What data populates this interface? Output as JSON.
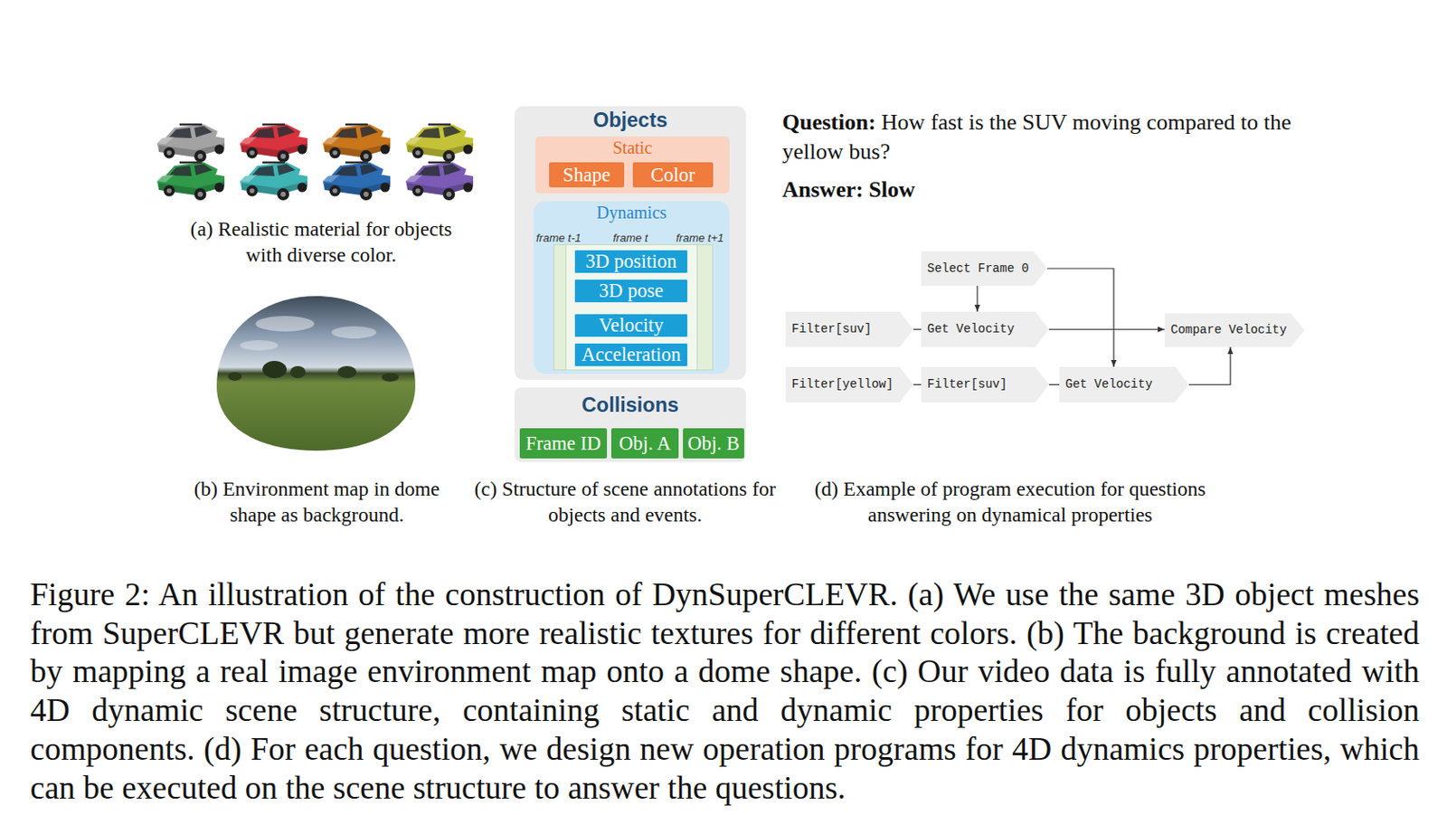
{
  "diagram": {
    "caption": "Figure 2: An illustration of the construction of DynSuperCLEVR. (a) We use the same 3D object meshes from SuperCLEVR but generate more realistic textures for different colors. (b) The background is created by mapping a real image environment map onto a dome shape. (c) Our video data is fully annotated with 4D dynamic scene structure, containing static and dynamic properties for objects and collision components. (d) For each question, we design new operation programs for 4D dynamics properties, which can be executed on the scene structure to answer the questions.",
    "nodes": [
      {
        "text": [
          "Objects"
        ]
      },
      {
        "text": [
          "Static"
        ],
        "in": 0
      },
      {
        "text": [
          "Shape"
        ],
        "in": 1
      },
      {
        "text": [
          "Color"
        ],
        "in": 1
      },
      {
        "text": [
          "Dynamics"
        ],
        "in": 0
      },
      {
        "text": [
          "3D position"
        ],
        "in": 4
      },
      {
        "text": [
          "3D pose"
        ],
        "in": 4
      },
      {
        "text": [
          "Velocity"
        ],
        "in": 4
      },
      {
        "text": [
          "Acceleration"
        ],
        "in": 4
      },
      {
        "text": [
          "Collisions"
        ]
      },
      {
        "text": [
          "Frame ID"
        ],
        "in": 9
      },
      {
        "text": [
          "Obj. A"
        ],
        "in": 9
      },
      {
        "text": [
          "Obj. B"
        ],
        "in": 9
      },
      {
        "text": [
          "Select Frame 0"
        ]
      },
      {
        "text": [
          "Filter[suv]"
        ]
      },
      {
        "text": [
          "Get Velocity"
        ]
      },
      {
        "text": [
          "Compare Velocity"
        ]
      },
      {
        "text": [
          "Filter[yellow]"
        ]
      },
      {
        "text": [
          "Filter[suv]"
        ]
      },
      {
        "text": [
          "Get Velocity"
        ]
      }
    ],
    "edges": [
      {
        "from": 13,
        "to": 15,
        "arrow": "to"
      },
      {
        "from": 13,
        "to": 19,
        "arrow": "to"
      },
      {
        "from": 14,
        "to": 15,
        "arrow": "none"
      },
      {
        "from": 15,
        "to": 16,
        "arrow": "to"
      },
      {
        "from": 17,
        "to": 18,
        "arrow": "none"
      },
      {
        "from": 18,
        "to": 19,
        "arrow": "none"
      },
      {
        "from": 19,
        "to": 16,
        "arrow": "to"
      }
    ],
    "labels": [
      "(a) Realistic material for objects with diverse color.",
      "(b) Environment map in dome shape as background.",
      "frame t-1",
      "frame t",
      "frame t+1",
      "(c) Structure of scene annotations for objects and events.",
      "Question:",
      "How fast is the SUV moving compared to the yellow bus?",
      "Answer: Slow",
      "(d) Example of program execution for questions answering on dynamical properties"
    ]
  }
}
